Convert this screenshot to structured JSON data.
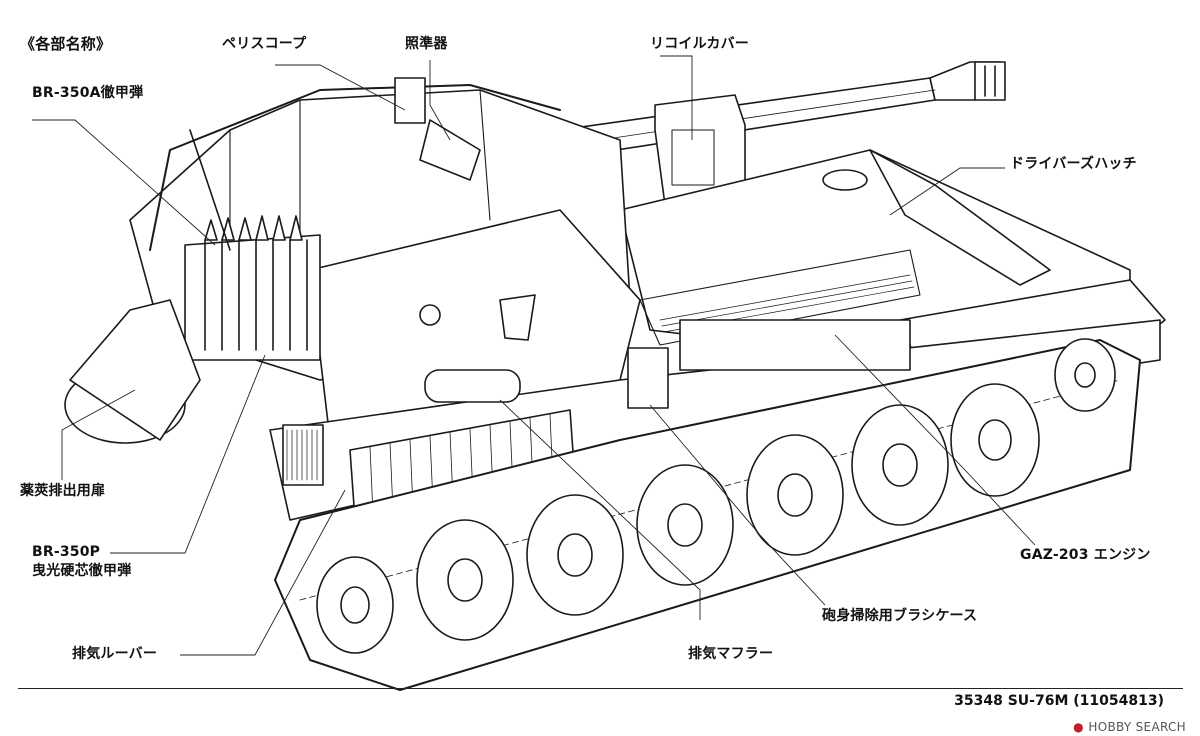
{
  "section_title": "《各部名称》",
  "labels": {
    "br350a": "BR-350A徹甲弾",
    "periscope": "ペリスコープ",
    "sight": "照準器",
    "recoil_cover": "リコイルカバー",
    "driver_hatch": "ドライバーズハッチ",
    "case_door": "薬莢排出用扉",
    "br350p_line1": "BR-350P",
    "br350p_line2": "曳光硬芯徹甲弾",
    "louver": "排気ルーバー",
    "muffler": "排気マフラー",
    "brush_case": "砲身掃除用ブラシケース",
    "engine": "GAZ-203 エンジン"
  },
  "footer": "35348 SU-76M (11054813)",
  "watermark": "HOBBY SEARCH"
}
